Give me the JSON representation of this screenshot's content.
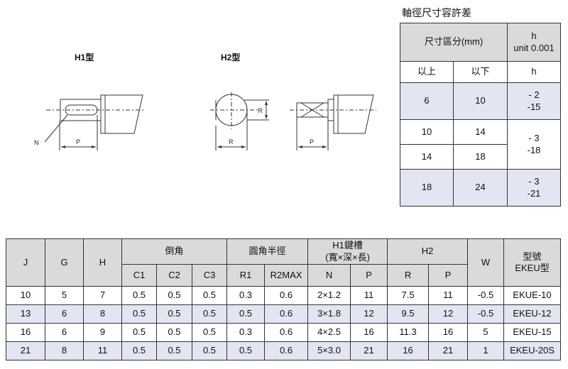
{
  "drawings": {
    "h1_title": "H1型",
    "h2_title": "H2型",
    "label_n": "N",
    "label_p": "P",
    "label_r": "R"
  },
  "tolerance": {
    "title": "軸徑尺寸容許差",
    "header_range": "尺寸區分(mm)",
    "header_h": "h",
    "header_h_unit": "unit 0.001",
    "sub_above": "以上",
    "sub_below": "以下",
    "sub_h": "h",
    "rows": [
      {
        "above": "6",
        "below": "10"
      },
      {
        "above": "10",
        "below": "14"
      },
      {
        "above": "14",
        "below": "18"
      },
      {
        "above": "18",
        "below": "24"
      }
    ],
    "h_values": [
      {
        "upper": "- 2",
        "lower": "-15"
      },
      {
        "upper": "- 3",
        "lower": "-18"
      },
      {
        "upper": "- 3",
        "lower": "-21"
      }
    ]
  },
  "spec": {
    "headers": {
      "j": "J",
      "g": "G",
      "h": "H",
      "chamfer": "倒角",
      "c1": "C1",
      "c2": "C2",
      "c3": "C3",
      "radius": "圓角半徑",
      "r1": "R1",
      "r2max": "R2MAX",
      "keyway_line1": "H1鍵槽",
      "keyway_line2": "(寬×深×長)",
      "n": "N",
      "p": "P",
      "h2": "H2",
      "h2_r": "R",
      "h2_p": "P",
      "w": "W",
      "model_line1": "型號",
      "model_line2": "EKEU型"
    },
    "rows": [
      {
        "j": "10",
        "g": "5",
        "h": "7",
        "c1": "0.5",
        "c2": "0.5",
        "c3": "0.5",
        "r1": "0.3",
        "r2": "0.6",
        "n": "2×1.2",
        "p": "11",
        "r": "7.5",
        "p2": "11",
        "w": "-0.5",
        "model": "EKUE-10"
      },
      {
        "j": "13",
        "g": "6",
        "h": "8",
        "c1": "0.5",
        "c2": "0.5",
        "c3": "0.5",
        "r1": "0.5",
        "r2": "0.6",
        "n": "3×1.8",
        "p": "12",
        "r": "9.5",
        "p2": "12",
        "w": "-0.5",
        "model": "EKEU-12"
      },
      {
        "j": "16",
        "g": "6",
        "h": "9",
        "c1": "0.5",
        "c2": "0.5",
        "c3": "0.5",
        "r1": "0.3",
        "r2": "0.6",
        "n": "4×2.5",
        "p": "16",
        "r": "11.3",
        "p2": "16",
        "w": "5",
        "model": "EKEU-15"
      },
      {
        "j": "21",
        "g": "8",
        "h": "11",
        "c1": "0.5",
        "c2": "0.5",
        "c3": "0.5",
        "r1": "0.5",
        "r2": "0.6",
        "n": "5×3.0",
        "p": "21",
        "r": "16",
        "p2": "21",
        "w": "1",
        "model": "EKEU-20S"
      }
    ]
  }
}
